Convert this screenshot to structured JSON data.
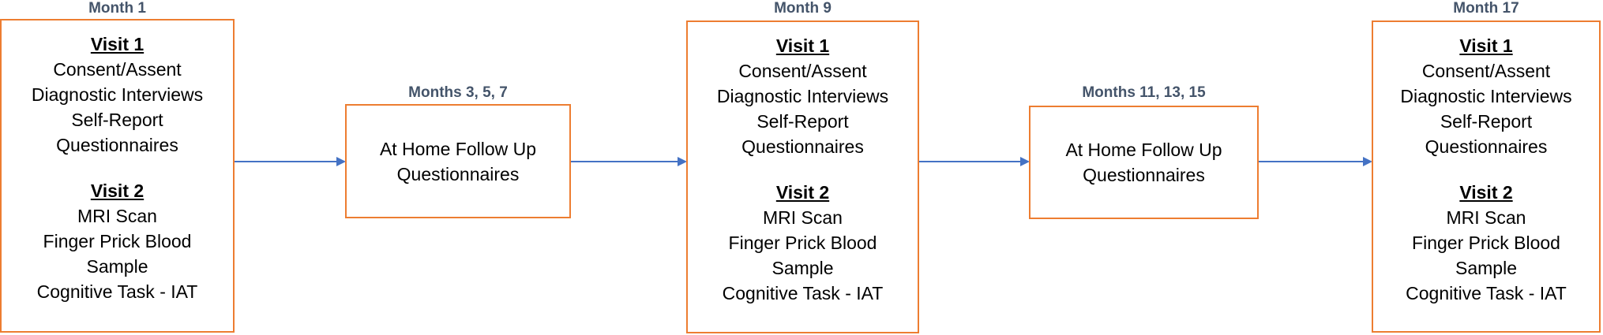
{
  "colors": {
    "box_border": "#ed7d31",
    "arrow": "#4472c4",
    "label": "#44546a"
  },
  "stages": [
    {
      "label": "Month 1",
      "visit1": {
        "heading": "Visit 1",
        "lines": [
          "Consent/Assent",
          "Diagnostic Interviews",
          "Self-Report",
          "Questionnaires"
        ]
      },
      "visit2": {
        "heading": "Visit 2",
        "lines": [
          "MRI Scan",
          "Finger Prick Blood",
          "Sample",
          "Cognitive Task - IAT"
        ]
      }
    },
    {
      "label": "Months 3, 5, 7",
      "lines": [
        "At Home Follow Up",
        "Questionnaires"
      ]
    },
    {
      "label": "Month 9",
      "visit1": {
        "heading": "Visit 1",
        "lines": [
          "Consent/Assent",
          "Diagnostic Interviews",
          "Self-Report",
          "Questionnaires"
        ]
      },
      "visit2": {
        "heading": "Visit 2",
        "lines": [
          "MRI Scan",
          "Finger Prick Blood",
          "Sample",
          "Cognitive Task - IAT"
        ]
      }
    },
    {
      "label": "Months 11, 13, 15",
      "lines": [
        "At Home Follow Up",
        "Questionnaires"
      ]
    },
    {
      "label": "Month 17",
      "visit1": {
        "heading": "Visit 1",
        "lines": [
          "Consent/Assent",
          "Diagnostic Interviews",
          "Self-Report",
          "Questionnaires"
        ]
      },
      "visit2": {
        "heading": "Visit 2",
        "lines": [
          "MRI Scan",
          "Finger Prick Blood",
          "Sample",
          "Cognitive Task - IAT"
        ]
      }
    }
  ]
}
